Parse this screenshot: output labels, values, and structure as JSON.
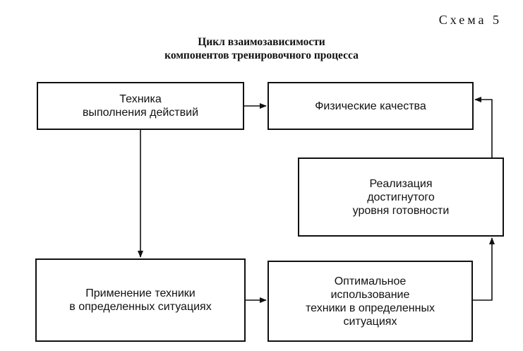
{
  "scheme_label": "Схема 5",
  "title": {
    "line1": "Цикл взаимозависимости",
    "line2": "компонентов тренировочного процесса"
  },
  "boxes": {
    "technique": "Техника\nвыполнения действий",
    "physical": "Физические качества",
    "realization": "Реализация\nдостигнутого\nуровня готовности",
    "application": "Применение техники\nв определенных ситуациях",
    "optimal": "Оптимальное\nиспользование\nтехники в определенных\nситуациях"
  },
  "colors": {
    "line": "#111111",
    "background": "#ffffff"
  }
}
